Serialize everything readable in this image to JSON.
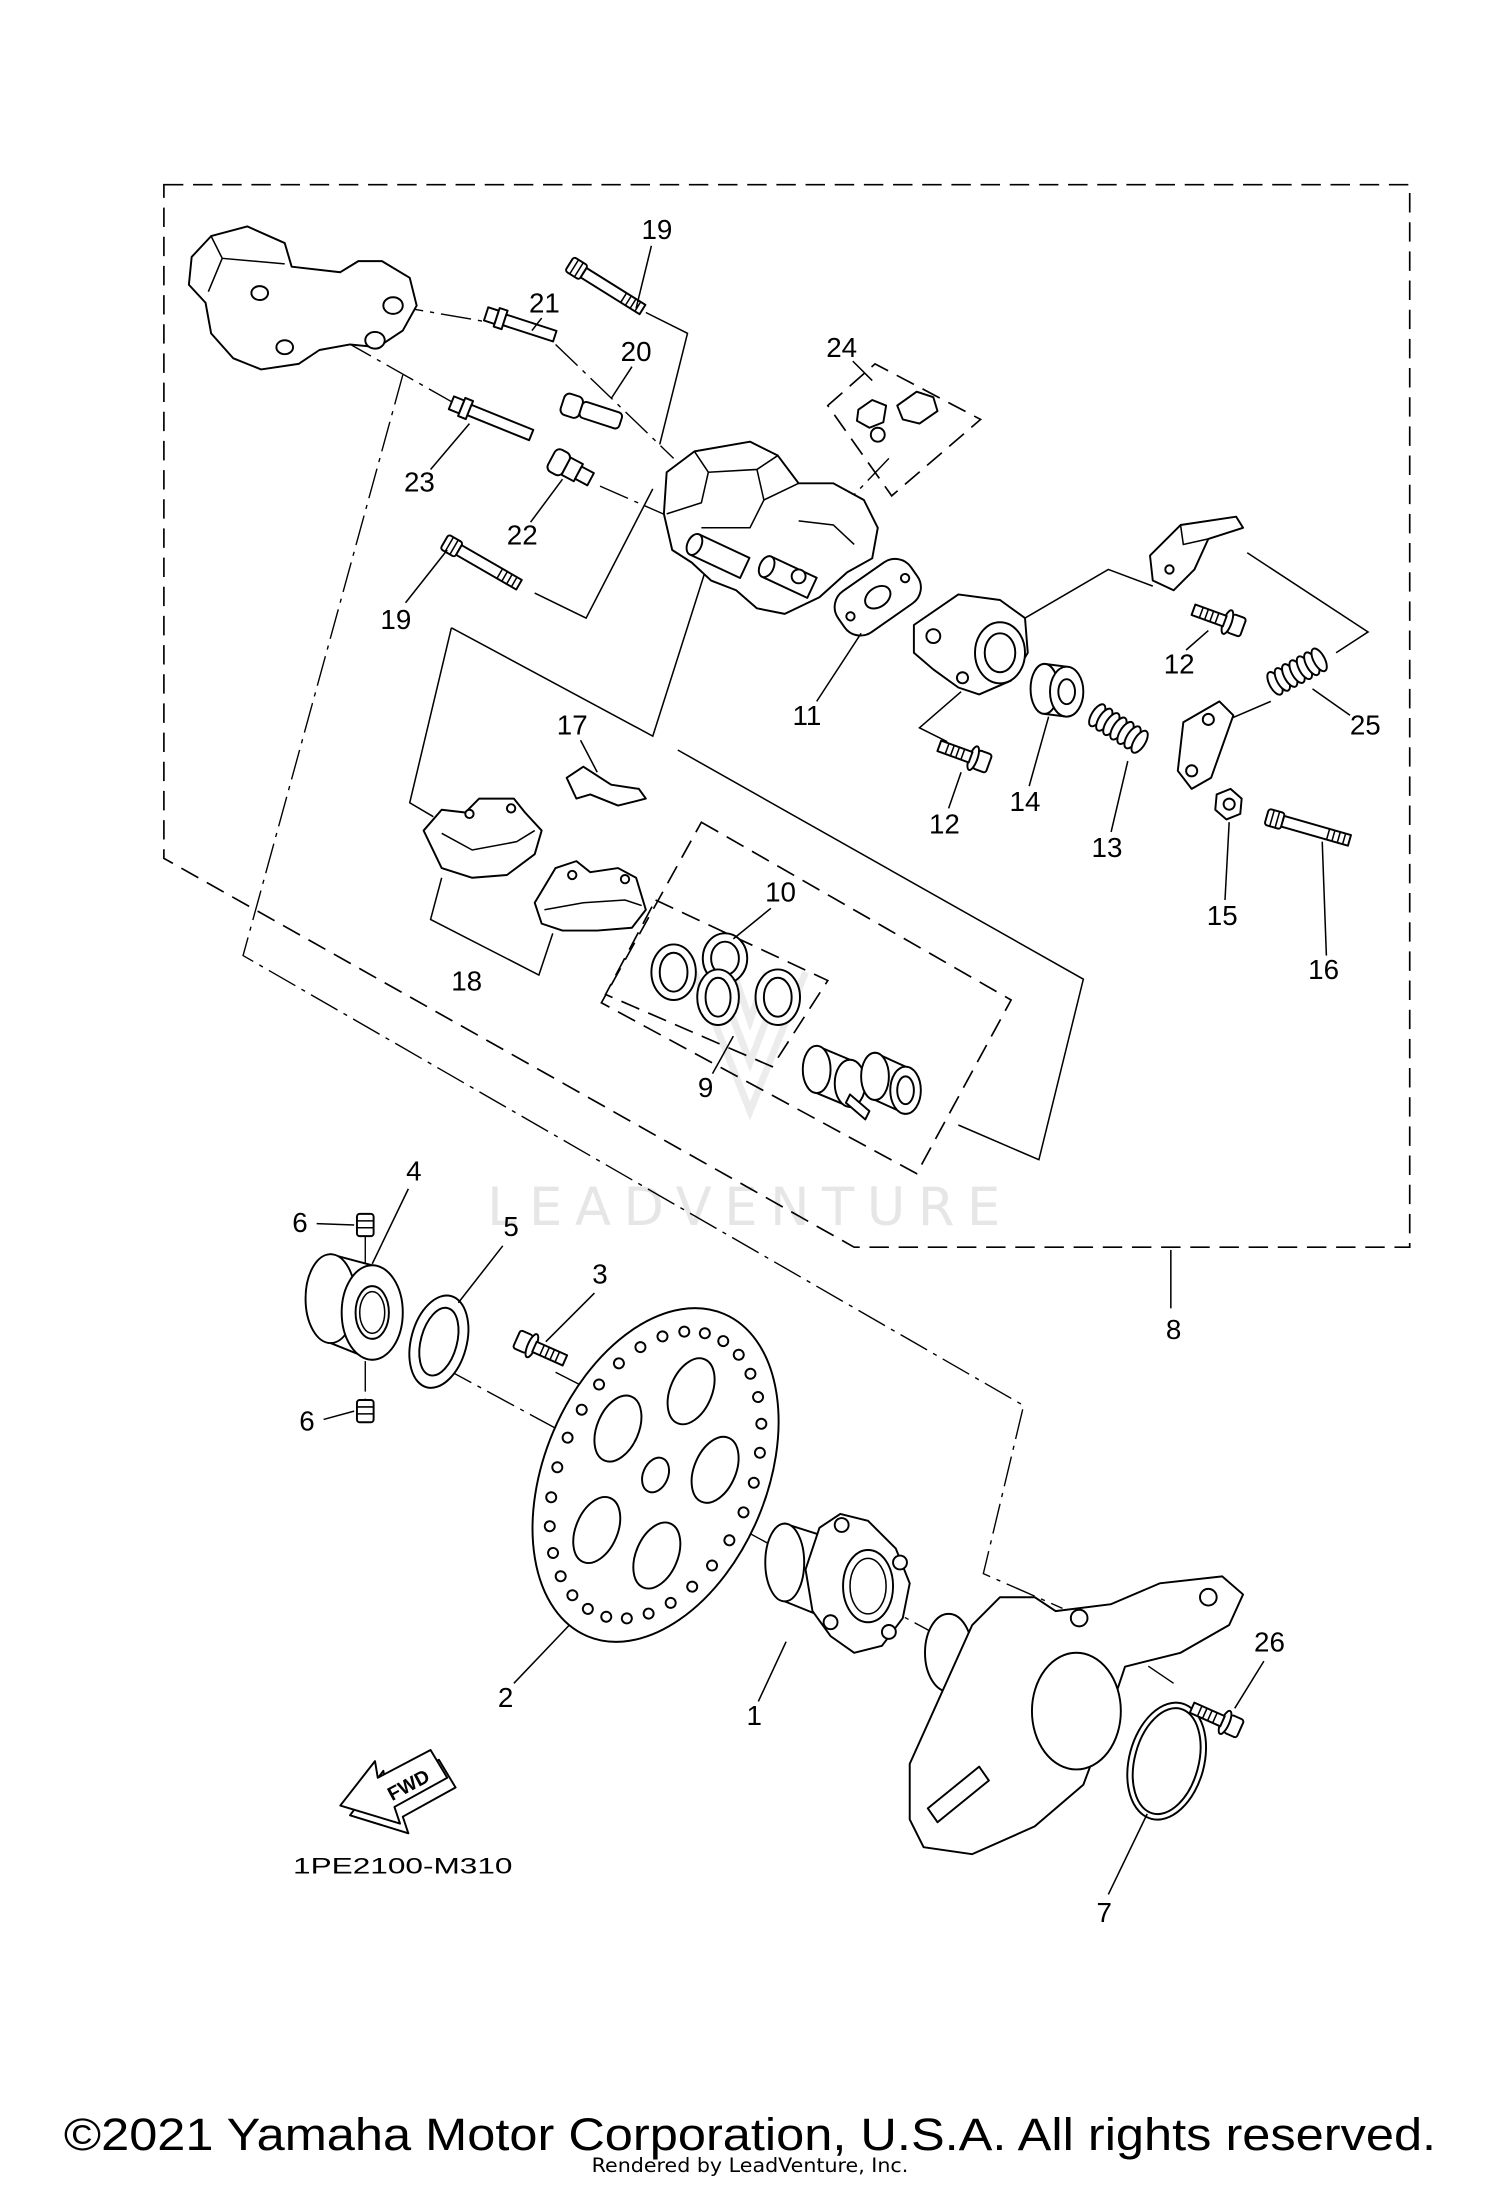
{
  "callouts": [
    "19",
    "21",
    "20",
    "24",
    "23",
    "22",
    "19",
    "17",
    "11",
    "12",
    "25",
    "12",
    "14",
    "13",
    "15",
    "16",
    "10",
    "18",
    "9",
    "4",
    "6",
    "5",
    "3",
    "8",
    "6",
    "26",
    "2",
    "1",
    "7"
  ],
  "diagram_code": "1PE2100-M310",
  "fwd_label": "FWD",
  "watermark": "LEADVENTURE",
  "copyright": "©2021 Yamaha Motor Corporation, U.S.A. All rights reserved.",
  "rendered_by": "Rendered by LeadVenture, Inc.",
  "colors": {
    "line": "#000000",
    "background": "#ffffff",
    "watermark": "#e6e6e6"
  }
}
